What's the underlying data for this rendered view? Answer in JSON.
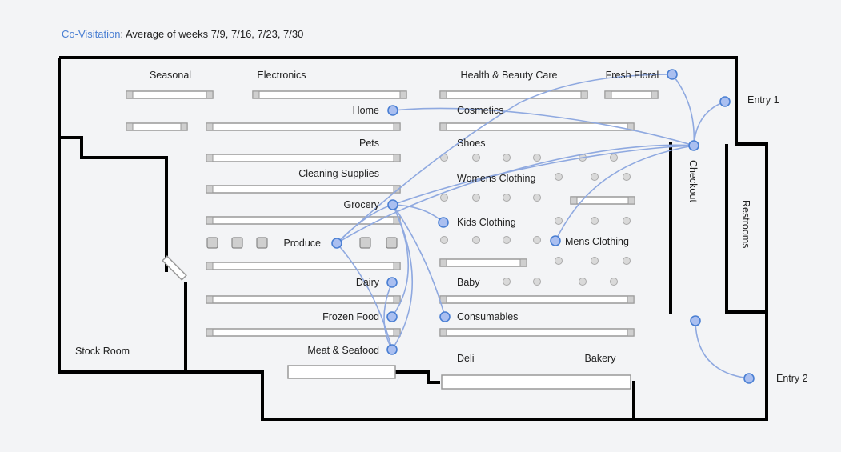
{
  "header": {
    "title": "Co-Visitation",
    "sep": ":",
    "subtitle": " Average of weeks 7/9, 7/16, 7/23, 7/30"
  },
  "colors": {
    "accent": "#4a7fd3",
    "node_fill": "#aabff0",
    "node_stroke": "#4a7fd3",
    "link": "#8fa9e0",
    "wall": "#000000",
    "shelf_fill": "#ffffff",
    "shelf_stroke": "#999999",
    "fixture": "#cfcfcf"
  },
  "labels": {
    "seasonal": "Seasonal",
    "electronics": "Electronics",
    "health_beauty": "Health & Beauty Care",
    "fresh_floral": "Fresh Floral",
    "home": "Home",
    "cosmetics": "Cosmetics",
    "pets": "Pets",
    "shoes": "Shoes",
    "cleaning": "Cleaning Supplies",
    "womens": "Womens Clothing",
    "grocery": "Grocery",
    "kids": "Kids Clothing",
    "produce": "Produce",
    "mens": "Mens Clothing",
    "dairy": "Dairy",
    "baby": "Baby",
    "frozen": "Frozen Food",
    "consumables": "Consumables",
    "meat": "Meat & Seafood",
    "deli": "Deli",
    "bakery": "Bakery",
    "stock_room": "Stock Room",
    "checkout": "Checkout",
    "restrooms": "Restrooms",
    "entry1": "Entry 1",
    "entry2": "Entry 2"
  },
  "links": [
    [
      "home",
      "checkout"
    ],
    [
      "produce",
      "fresh_floral"
    ],
    [
      "produce",
      "checkout"
    ],
    [
      "produce",
      "grocery"
    ],
    [
      "grocery",
      "checkout"
    ],
    [
      "grocery",
      "kids"
    ],
    [
      "grocery",
      "consumables"
    ],
    [
      "grocery",
      "frozen"
    ],
    [
      "grocery",
      "meat"
    ],
    [
      "dairy",
      "meat"
    ],
    [
      "produce",
      "meat"
    ],
    [
      "mens",
      "checkout"
    ],
    [
      "fresh_floral",
      "checkout"
    ],
    [
      "checkout",
      "entry1"
    ],
    [
      "checkout_lower",
      "entry2"
    ]
  ]
}
